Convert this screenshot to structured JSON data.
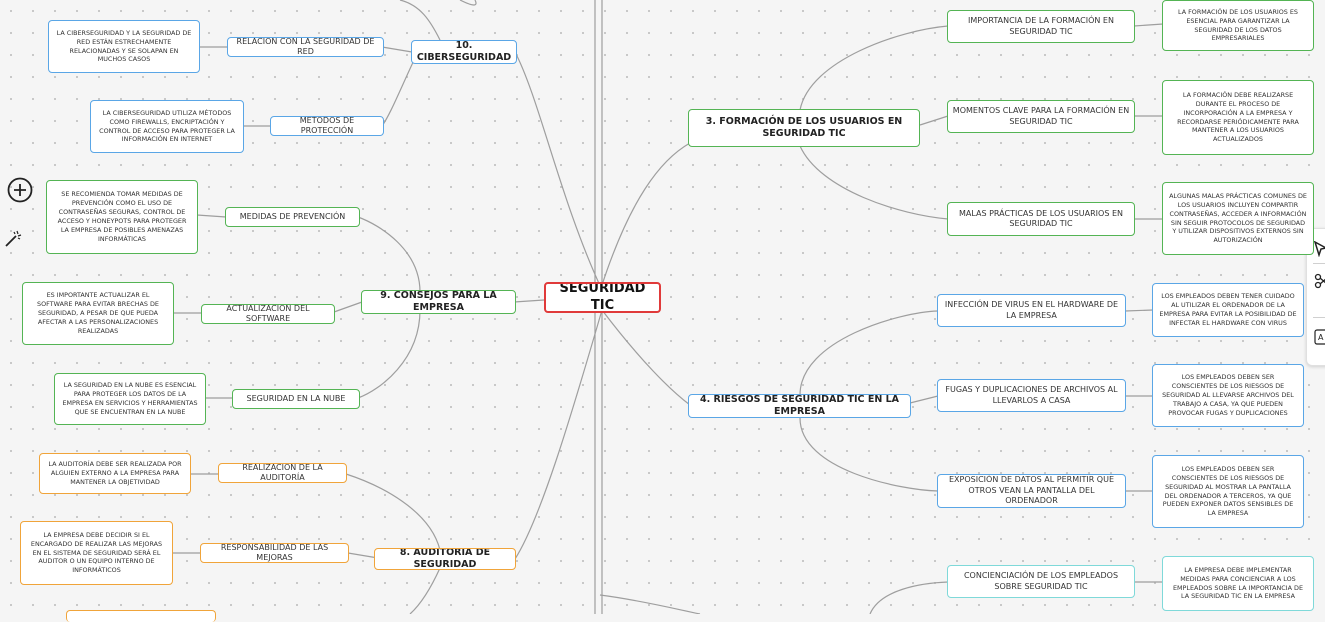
{
  "root": "SEGURIDAD TIC",
  "branches": {
    "ciberseguridad": {
      "title": "10. CIBERSEGURIDAD",
      "subs": [
        {
          "label": "RELACIÓN CON LA SEGURIDAD DE RED",
          "leaf": "LA CIBERSEGURIDAD Y LA SEGURIDAD DE RED ESTÁN ESTRECHAMENTE RELACIONADAS Y SE SOLAPAN EN MUCHOS CASOS"
        },
        {
          "label": "MÉTODOS DE PROTECCIÓN",
          "leaf": "LA CIBERSEGURIDAD UTILIZA MÉTODOS COMO FIREWALLS, ENCRIPTACIÓN Y CONTROL DE ACCESO PARA PROTEGER LA INFORMACIÓN EN INTERNET"
        }
      ]
    },
    "consejos": {
      "title": "9. CONSEJOS PARA LA EMPRESA",
      "subs": [
        {
          "label": "MEDIDAS DE PREVENCIÓN",
          "leaf": "SE RECOMIENDA TOMAR MEDIDAS DE PREVENCIÓN COMO EL USO DE CONTRASEÑAS SEGURAS, CONTROL DE ACCESO Y HONEYPOTS PARA PROTEGER LA EMPRESA DE POSIBLES AMENAZAS INFORMÁTICAS"
        },
        {
          "label": "ACTUALIZACIÓN DEL SOFTWARE",
          "leaf": "ES IMPORTANTE ACTUALIZAR EL SOFTWARE PARA EVITAR BRECHAS DE SEGURIDAD, A PESAR DE QUE PUEDA AFECTAR A LAS PERSONALIZACIONES REALIZADAS"
        },
        {
          "label": "SEGURIDAD EN LA NUBE",
          "leaf": "LA SEGURIDAD EN LA NUBE ES ESENCIAL PARA PROTEGER LOS DATOS DE LA EMPRESA EN SERVICIOS Y HERRAMIENTAS QUE SE ENCUENTRAN EN LA NUBE"
        }
      ]
    },
    "auditoria": {
      "title": "8. AUDITORÍA DE SEGURIDAD",
      "subs": [
        {
          "label": "REALIZACIÓN DE LA AUDITORÍA",
          "leaf": "LA AUDITORÍA DEBE SER REALIZADA POR ALGUIEN EXTERNO A LA EMPRESA PARA MANTENER LA OBJETIVIDAD"
        },
        {
          "label": "RESPONSABILIDAD DE LAS MEJORAS",
          "leaf": "LA EMPRESA DEBE DECIDIR SI EL ENCARGADO DE REALIZAR LAS MEJORAS EN EL SISTEMA DE SEGURIDAD SERÁ EL AUDITOR O UN EQUIPO INTERNO DE INFORMÁTICOS"
        }
      ]
    },
    "formacion": {
      "title": "3. FORMACIÓN DE LOS USUARIOS EN SEGURIDAD TIC",
      "subs": [
        {
          "label": "IMPORTANCIA DE LA FORMACIÓN EN SEGURIDAD TIC",
          "leaf": "LA FORMACIÓN DE LOS USUARIOS ES ESENCIAL PARA GARANTIZAR LA SEGURIDAD DE LOS DATOS EMPRESARIALES"
        },
        {
          "label": "MOMENTOS CLAVE PARA LA FORMACIÓN EN SEGURIDAD TIC",
          "leaf": "LA FORMACIÓN DEBE REALIZARSE DURANTE EL PROCESO DE INCORPORACIÓN A LA EMPRESA Y RECORDARSE PERIÓDICAMENTE PARA MANTENER A LOS USUARIOS ACTUALIZADOS"
        },
        {
          "label": "MALAS PRÁCTICAS DE LOS USUARIOS EN SEGURIDAD TIC",
          "leaf": "ALGUNAS MALAS PRÁCTICAS COMUNES DE LOS USUARIOS INCLUYEN COMPARTIR CONTRASEÑAS, ACCEDER A INFORMACIÓN SIN SEGUIR PROTOCOLOS DE SEGURIDAD Y UTILIZAR DISPOSITIVOS EXTERNOS SIN AUTORIZACIÓN"
        }
      ]
    },
    "riesgos": {
      "title": "4. RIESGOS DE SEGURIDAD TIC EN LA EMPRESA",
      "subs": [
        {
          "label": "INFECCIÓN DE VIRUS EN EL HARDWARE DE LA EMPRESA",
          "leaf": "LOS EMPLEADOS DEBEN TENER CUIDADO AL UTILIZAR EL ORDENADOR DE LA EMPRESA PARA EVITAR LA POSIBILIDAD DE INFECTAR EL HARDWARE CON VIRUS"
        },
        {
          "label": "FUGAS Y DUPLICACIONES DE ARCHIVOS AL LLEVARLOS A CASA",
          "leaf": "LOS EMPLEADOS DEBEN SER CONSCIENTES DE LOS RIESGOS DE SEGURIDAD AL LLEVARSE ARCHIVOS DEL TRABAJO A CASA, YA QUE PUEDEN PROVOCAR FUGAS Y DUPLICACIONES"
        },
        {
          "label": "EXPOSICIÓN DE DATOS AL PERMITIR QUE OTROS VEAN LA PANTALLA DEL ORDENADOR",
          "leaf": "LOS EMPLEADOS DEBEN SER CONSCIENTES DE LOS RIESGOS DE SEGURIDAD AL MOSTRAR LA PANTALLA DEL ORDENADOR A TERCEROS, YA QUE PUEDEN EXPONER DATOS SENSIBLES DE LA EMPRESA"
        }
      ]
    },
    "concienciacion": {
      "subs": [
        {
          "label": "CONCIENCIACIÓN DE LOS EMPLEADOS SOBRE SEGURIDAD TIC",
          "leaf": "LA EMPRESA DEBE IMPLEMENTAR MEDIDAS PARA CONCIENCIAR A LOS EMPLEADOS SOBRE LA IMPORTANCIA DE LA SEGURIDAD TIC EN LA EMPRESA"
        }
      ]
    }
  },
  "colors": {
    "root": "#e03a3a",
    "blue": "#5aa6e6",
    "green": "#54b454",
    "orange": "#f0a43a",
    "teal": "#7fd9d9",
    "line": "#9e9e9e"
  },
  "icons": {
    "left_toolbar": [
      "add-icon",
      "magic-wand-icon"
    ],
    "right_panel": [
      "cursor-icon",
      "scissors-icon",
      "translate-icon"
    ]
  }
}
